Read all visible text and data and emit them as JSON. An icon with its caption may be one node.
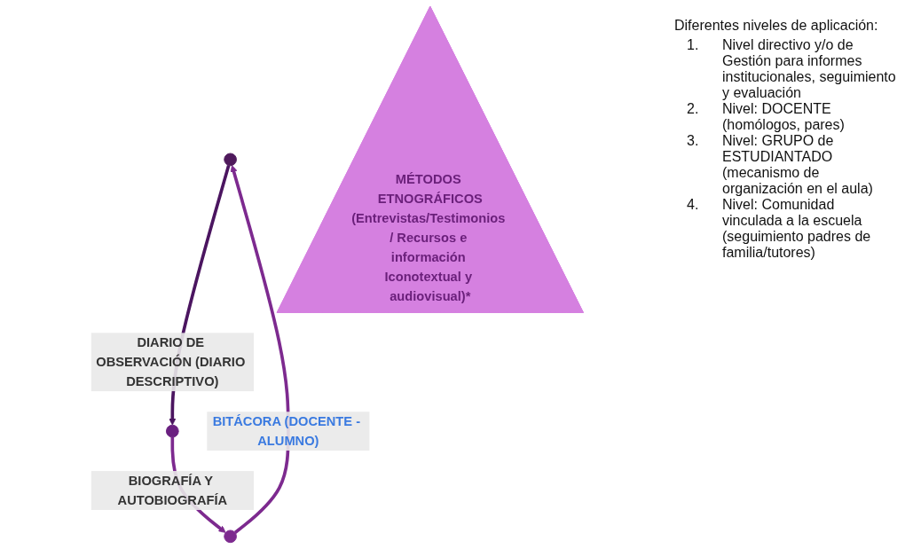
{
  "diagram": {
    "nodes": [
      {
        "text": [],
        "shape": "circle"
      },
      {
        "text": [
          "MÉTODOS ETNOGRÁFICOS",
          "(Entrevistas/Testimonios / Recursos e información Iconotextual y audiovisual)*"
        ]
      },
      {
        "text": [],
        "shape": "circle"
      },
      {
        "text": [],
        "shape": "circle"
      }
    ],
    "edges": [
      {
        "from": 2,
        "to": 0,
        "arrow": "to",
        "label": "BITÁCORA (DOCENTE - ALUMNO)"
      },
      {
        "from": 0,
        "to": 3,
        "arrow": "to",
        "label": "DIARIO DE OBSERVACIÓN (DIARIO DESCRIPTIVO)",
        "color": "#4b1560"
      },
      {
        "from": 3,
        "to": 2,
        "arrow": "to",
        "label": "BIOGRAFÍA Y AUTOBIOGRAFÍA"
      }
    ],
    "labels": [
      "Diferentes niveles de aplicación:",
      "1.",
      "Nivel directivo y/o de Gestión para informes institucionales, seguimiento y evaluación",
      "2.",
      "Nivel: DOCENTE (homólogos, pares)",
      "3.",
      "Nivel: GRUPO de ESTUDIANTADO (mecanismo de organización en el aula)",
      "4.",
      "Nivel: Comunidad vinculada a la escuela (seguimiento padres de familia/tutores)"
    ]
  }
}
